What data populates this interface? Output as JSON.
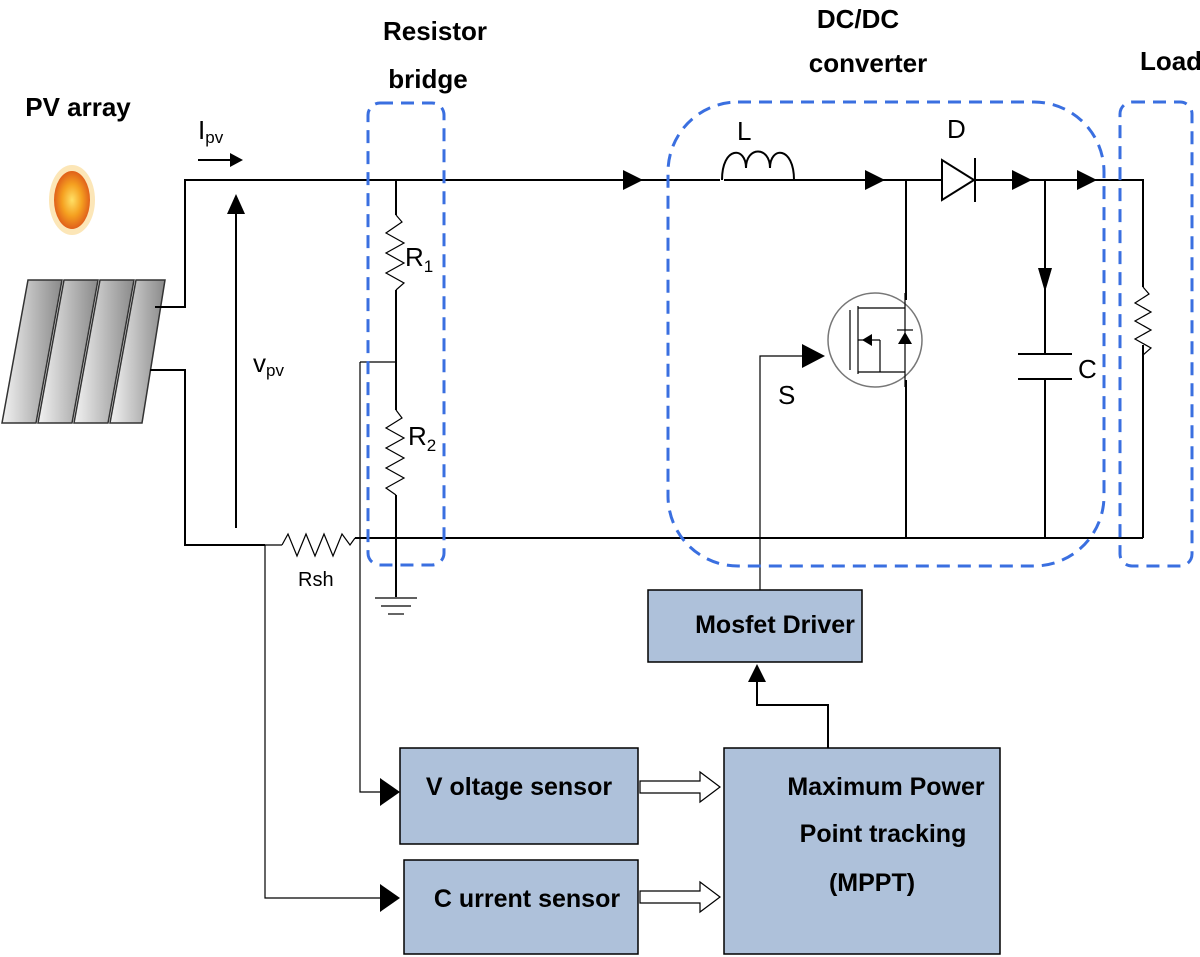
{
  "labels": {
    "pv_array": "PV array",
    "resistor_bridge": [
      "Resistor",
      "bridge"
    ],
    "dcdc": [
      "DC/DC",
      "converter"
    ],
    "load": "Load",
    "ipv_main": "I",
    "ipv_sub": "pv",
    "vpv_main": "v",
    "vpv_sub": "pv",
    "r1_main": "R",
    "r1_sub": "1",
    "r2_main": "R",
    "r2_sub": "2",
    "rsh": "Rsh",
    "inductor": "L",
    "diode": "D",
    "capacitor": "C",
    "switch": "S"
  },
  "blocks": {
    "mosfet_driver": "Mosfet Driver",
    "voltage_sensor": "V oltage sensor",
    "current_sensor": "C urrent  sensor",
    "mppt": [
      "Maximum Power",
      "Point tracking",
      "(MPPT)"
    ]
  },
  "colors": {
    "dashed_group": "#3a6fe0",
    "block_fill": "#aec1da",
    "sun": "#f08a1c"
  }
}
